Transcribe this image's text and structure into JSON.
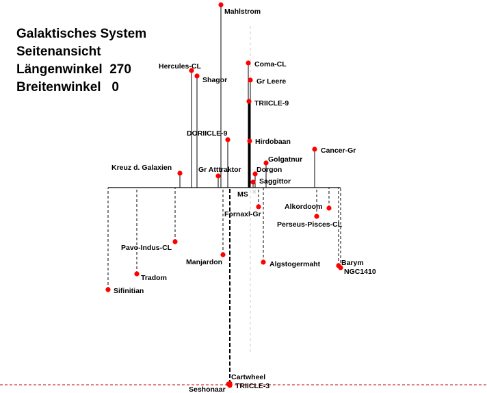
{
  "title": {
    "line1": "Galaktisches System",
    "line2": "Seitenansicht",
    "line3_label": "Längenwinkel",
    "line3_value": "270",
    "line4_label": "Breitenwinkel",
    "line4_value": "0"
  },
  "center_label": "MS",
  "colors": {
    "point": "#ff0000",
    "line": "#000000",
    "axis_dashed": "#cccccc",
    "bottom_dashed": "#cc0000"
  },
  "objects": [
    {
      "name": "Mahlstrom"
    },
    {
      "name": "Coma-CL"
    },
    {
      "name": "Hercules-CL"
    },
    {
      "name": "Shagor"
    },
    {
      "name": "Gr Leere"
    },
    {
      "name": "TRIICLE-9"
    },
    {
      "name": "DORIICLE-9"
    },
    {
      "name": "Hirdobaan"
    },
    {
      "name": "Cancer-Gr"
    },
    {
      "name": "Golgatnur"
    },
    {
      "name": "Kreuz d. Galaxien"
    },
    {
      "name": "Gr Atttraktor"
    },
    {
      "name": "Dorgon"
    },
    {
      "name": "Saggittor"
    },
    {
      "name": "Alkordoom"
    },
    {
      "name": "Fornaxl-Gr"
    },
    {
      "name": "Perseus-Pisces-CL"
    },
    {
      "name": "Pavo-Indus-CL"
    },
    {
      "name": "Manjardon"
    },
    {
      "name": "Algstogermaht"
    },
    {
      "name": "Barym"
    },
    {
      "name": "NGC1410"
    },
    {
      "name": "Tradom"
    },
    {
      "name": "Sifinitian"
    },
    {
      "name": "Cartwheel"
    },
    {
      "name": "Seshonaar"
    },
    {
      "name": "TRIICLE-3"
    }
  ]
}
